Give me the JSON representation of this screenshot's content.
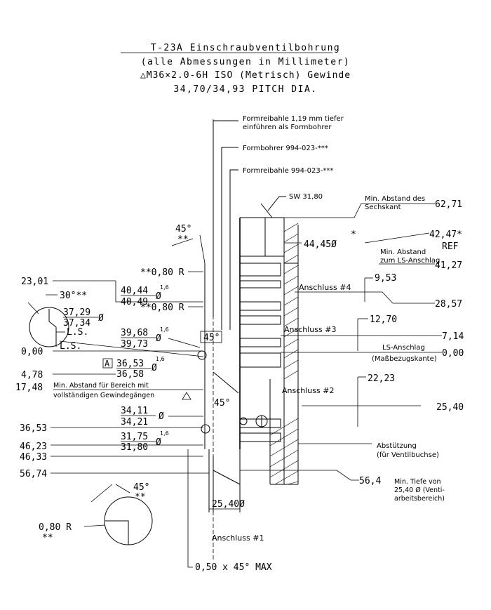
{
  "header": {
    "title": "T-23A Einschraubventilbohrung",
    "subtitle": "(alle Abmessungen in Millimeter)",
    "thread": "△M36×2.0-6H ISO (Metrisch) Gewinde",
    "pitch": "34,70/34,93 PITCH DIA."
  },
  "callouts": {
    "formreibahle_note_1": "Formreibahle 1,19 mm tiefer",
    "formreibahle_note_2": "einführen als Formbohrer",
    "formbohrer": "Formbohrer 994-023-***",
    "formreibahle": "Formreibahle 994-023-***",
    "sw": "SW 31,80",
    "min_sechskant_1": "Min. Abstand des",
    "min_sechskant_2": "Sechskant",
    "min_ls_1": "Min. Abstand",
    "min_ls_2": "zum LS-Anschlag",
    "ls_anschlag": "LS-Anschlag",
    "mabezug": "(Maßbezugskante)",
    "anschluss4": "Anschluss #4",
    "anschluss3": "Anschluss #3",
    "anschluss2": "Anschluss #2",
    "anschluss1": "Anschluss #1",
    "abstuetzung_1": "Abstützung",
    "abstuetzung_2": "(für Ventilbuchse)",
    "min_tiefe_1": "Min. Tiefe von",
    "min_tiefe_2": "25,40 Ø (Venti-",
    "min_tiefe_3": "arbeitsbereich)",
    "min_bereich_1": "Min. Abstand für Bereich mit",
    "min_bereich_2": "vollständigen Gewindegängen",
    "chamfer": "0,50 x 45° MAX"
  },
  "dims_right": {
    "d62_71": "62,71",
    "d44_45": "44,45Ø",
    "star": "*",
    "d42_47": "42,47*",
    "ref": "REF",
    "d41_27": "41,27",
    "d9_53": "9,53",
    "d28_57": "28,57",
    "d12_70": "12,70",
    "d7_14": "7,14",
    "d0_00": "0,00",
    "d22_23": "22,23",
    "d25_40": "25,40",
    "d56_4": "56,4"
  },
  "dims_left": {
    "a45_top": "45°",
    "stars_top": "**",
    "r080_1": "**0,80 R",
    "d23_01": "23,01",
    "a30": "30°**",
    "d40_44": "40,44",
    "d40_49": "40,49",
    "r080_2": "**0,80 R",
    "d37_29": "37,29",
    "d37_34": "37,34",
    "ls1": "L.S.",
    "d39_68": "39,68",
    "d39_73": "39,73",
    "a45_mid": "45°",
    "d0_00": "0,00",
    "ls2": "L.S.",
    "box_a": "A",
    "d36_53": "36,53",
    "d36_58": "36,58",
    "d4_78": "4,78",
    "d17_48": "17,48",
    "a45_low": "45°",
    "d34_11": "34,11",
    "d34_21": "34,21",
    "d36_53b": "36,53",
    "d31_75": "31,75",
    "d31_80": "31,80",
    "d46_23": "46,23",
    "d46_33": "46,33",
    "d56_74": "56,74",
    "a45_bot": "45°",
    "stars_bot": "**",
    "r080_3": "0,80 R",
    "stars_r": "**",
    "d25_40": "25,40Ø",
    "finish": "1,6"
  }
}
